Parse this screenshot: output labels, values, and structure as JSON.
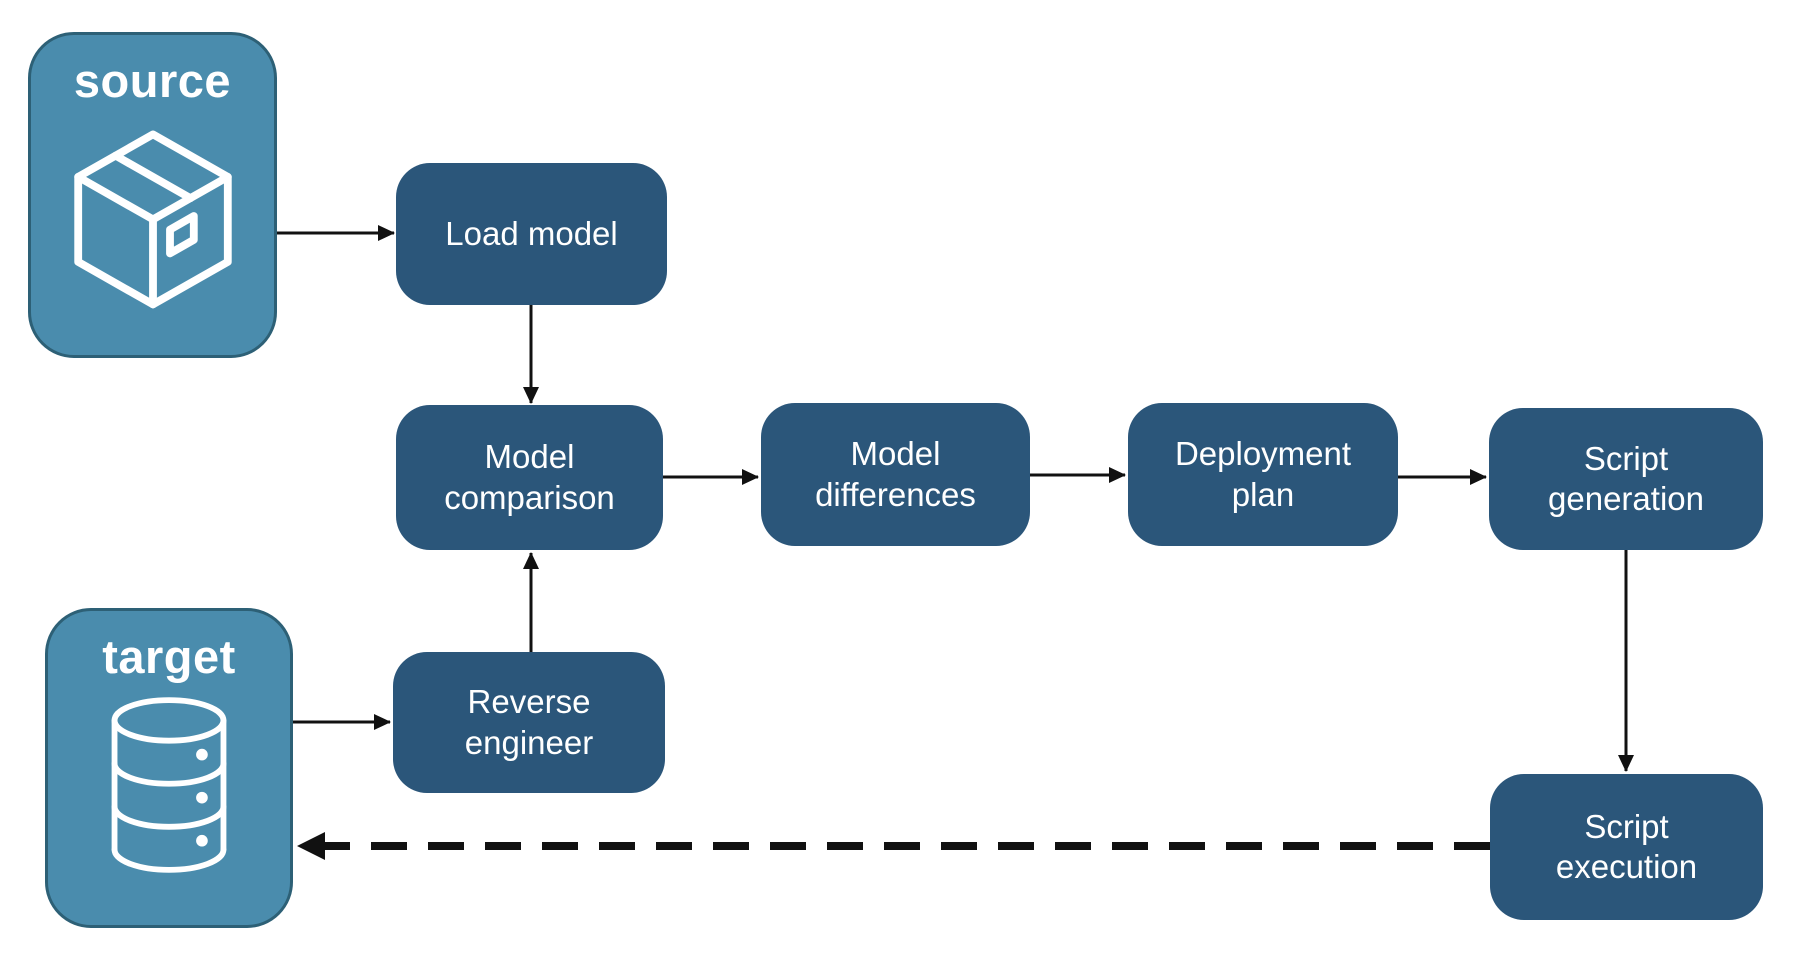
{
  "diagram": {
    "source": {
      "label": "source",
      "icon": "package-icon"
    },
    "target": {
      "label": "target",
      "icon": "database-icon"
    },
    "nodes": {
      "load_model": {
        "label": "Load model"
      },
      "model_comparison": {
        "label": "Model comparison"
      },
      "model_differences": {
        "label": "Model differences"
      },
      "deployment_plan": {
        "label": "Deployment plan"
      },
      "script_generation": {
        "label": "Script generation"
      },
      "reverse_engineer": {
        "label": "Reverse engineer"
      },
      "script_execution": {
        "label": "Script execution"
      }
    },
    "connections": [
      {
        "from": "source",
        "to": "load_model",
        "style": "solid"
      },
      {
        "from": "load_model",
        "to": "model_comparison",
        "style": "solid"
      },
      {
        "from": "model_comparison",
        "to": "model_differences",
        "style": "solid"
      },
      {
        "from": "model_differences",
        "to": "deployment_plan",
        "style": "solid"
      },
      {
        "from": "deployment_plan",
        "to": "script_generation",
        "style": "solid"
      },
      {
        "from": "script_generation",
        "to": "script_execution",
        "style": "solid"
      },
      {
        "from": "target",
        "to": "reverse_engineer",
        "style": "solid"
      },
      {
        "from": "reverse_engineer",
        "to": "model_comparison",
        "style": "solid"
      },
      {
        "from": "script_execution",
        "to": "target",
        "style": "dashed"
      }
    ],
    "theme": {
      "entity_fill": "#4a8cad",
      "entity_border": "#2d6076",
      "node_fill": "#2b567a",
      "text_color": "#ffffff",
      "connector_color": "#111111",
      "background": "#ffffff"
    }
  }
}
